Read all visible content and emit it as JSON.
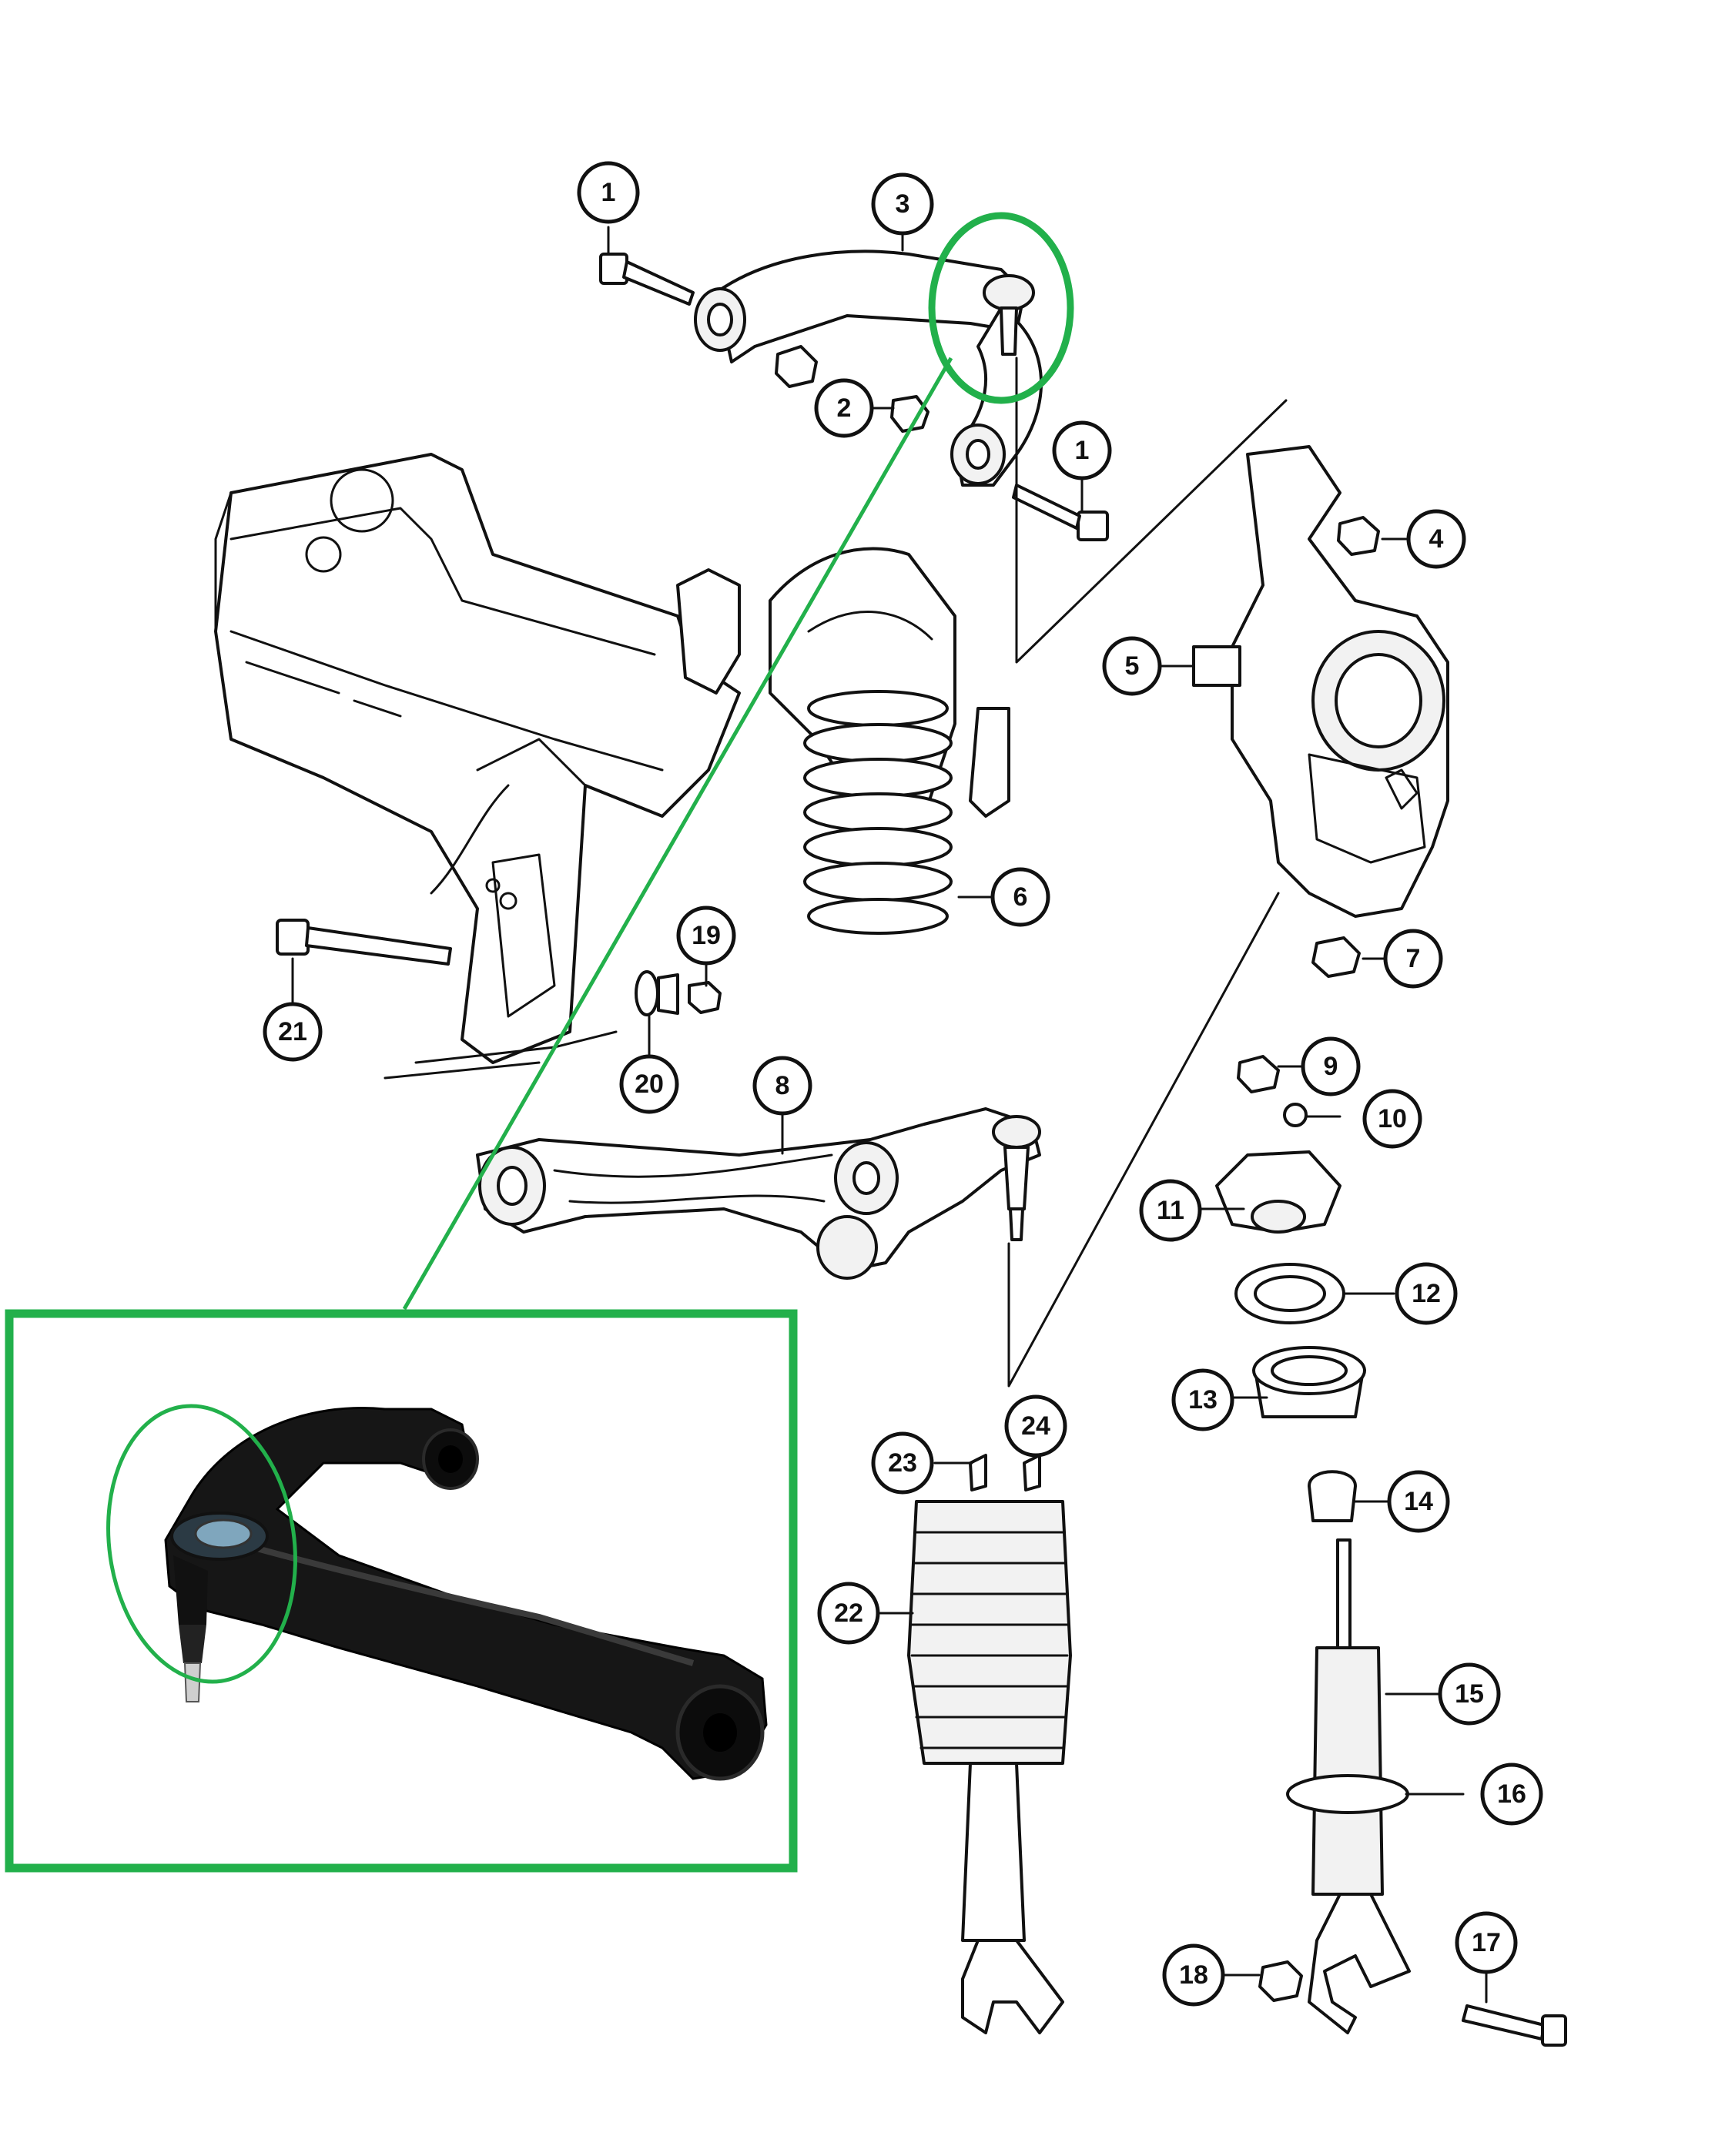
{
  "callouts": {
    "c1a": "1",
    "c1b": "1",
    "c2": "2",
    "c3": "3",
    "c4": "4",
    "c5": "5",
    "c6": "6",
    "c7": "7",
    "c8": "8",
    "c9": "9",
    "c10": "10",
    "c11": "11",
    "c12": "12",
    "c13": "13",
    "c14": "14",
    "c15": "15",
    "c16": "16",
    "c17": "17",
    "c18": "18",
    "c19": "19",
    "c20": "20",
    "c21": "21",
    "c22": "22",
    "c23": "23",
    "c24": "24"
  },
  "highlight": {
    "color": "#22b04b",
    "inset_photo_icon": "upper-control-arm-photo"
  },
  "colors": {
    "linework": "#111111",
    "background": "#ffffff",
    "photo_part": "#151515"
  }
}
